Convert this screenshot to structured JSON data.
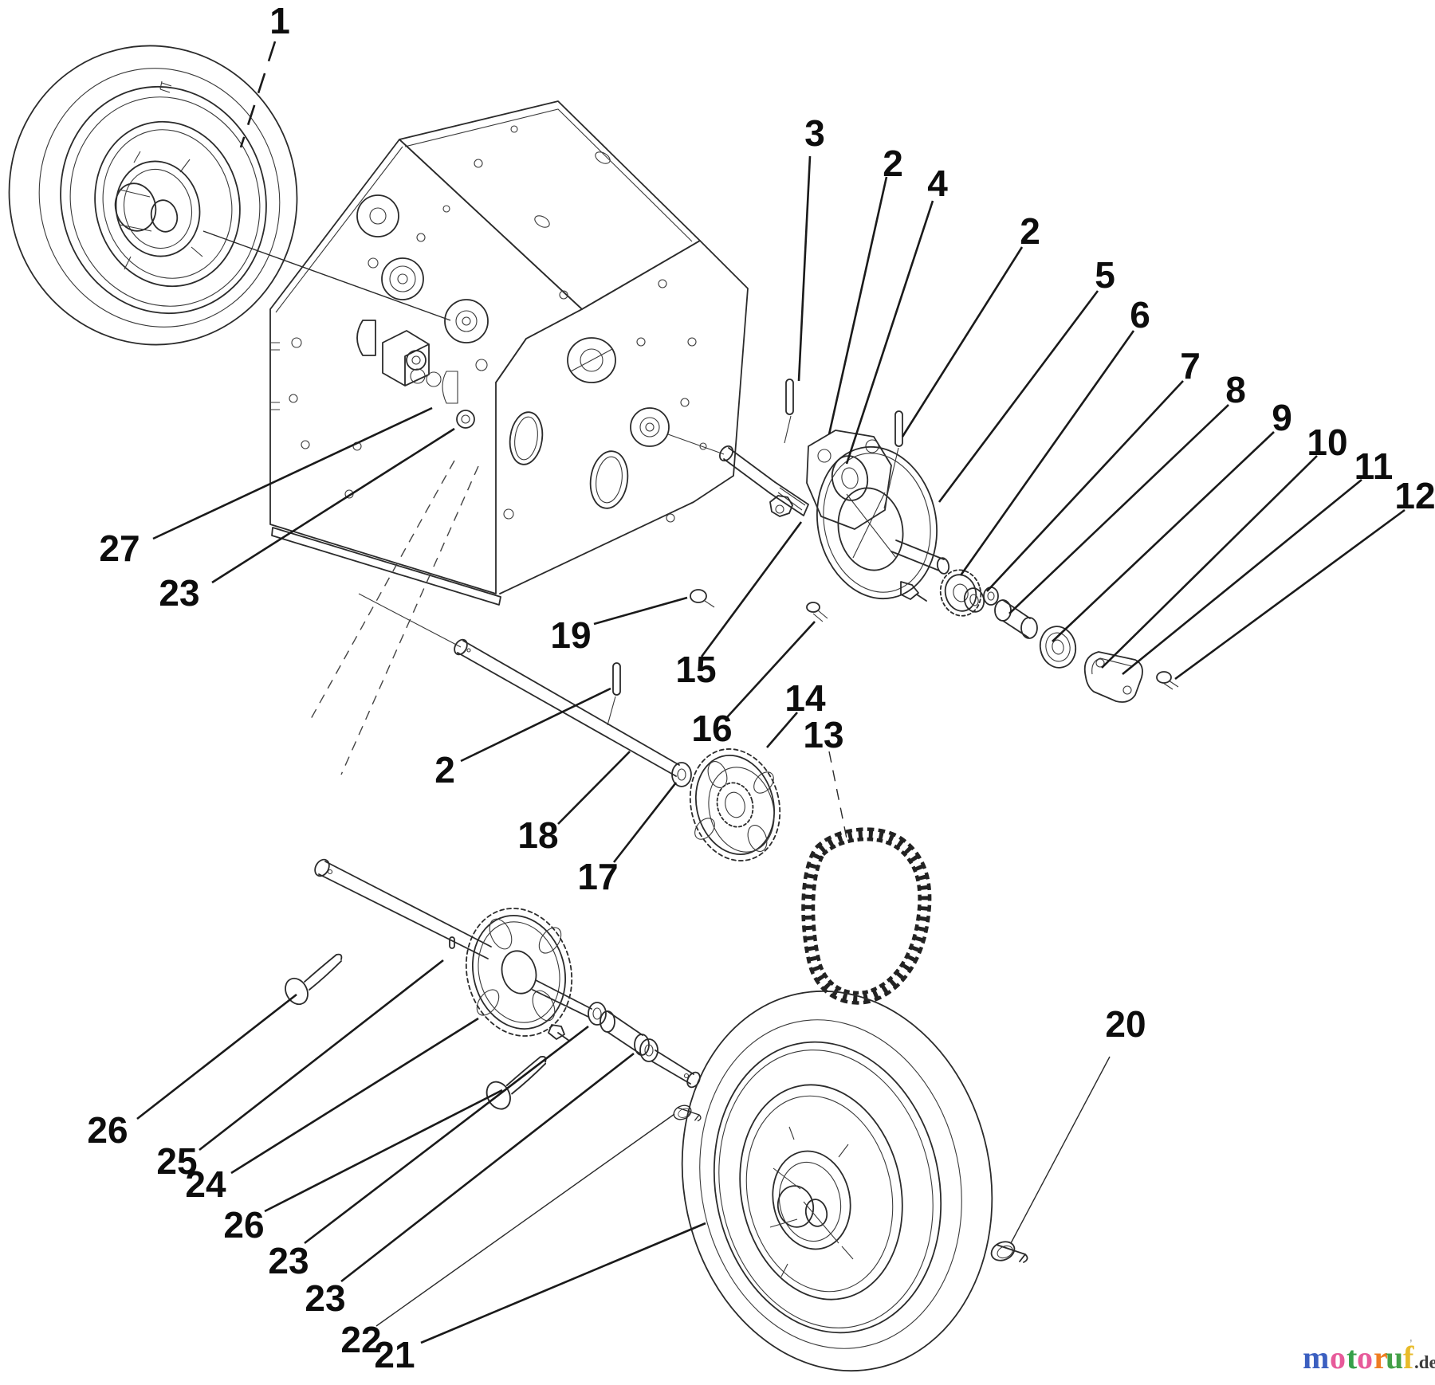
{
  "figure": {
    "type": "exploded-parts-diagram",
    "line_color": "#1a1a1a",
    "background": "#ffffff"
  },
  "callouts": [
    {
      "text": "1"
    },
    {
      "text": "3"
    },
    {
      "text": "2"
    },
    {
      "text": "4"
    },
    {
      "text": "2"
    },
    {
      "text": "5"
    },
    {
      "text": "6"
    },
    {
      "text": "7"
    },
    {
      "text": "8"
    },
    {
      "text": "9"
    },
    {
      "text": "10"
    },
    {
      "text": "11"
    },
    {
      "text": "12"
    },
    {
      "text": "27"
    },
    {
      "text": "23"
    },
    {
      "text": "19"
    },
    {
      "text": "15"
    },
    {
      "text": "16"
    },
    {
      "text": "14"
    },
    {
      "text": "13"
    },
    {
      "text": "2"
    },
    {
      "text": "18"
    },
    {
      "text": "17"
    },
    {
      "text": "26"
    },
    {
      "text": "25"
    },
    {
      "text": "24"
    },
    {
      "text": "26"
    },
    {
      "text": "23"
    },
    {
      "text": "23"
    },
    {
      "text": "22"
    },
    {
      "text": "21"
    },
    {
      "text": "20"
    }
  ],
  "logo": {
    "letters": [
      {
        "ch": "m",
        "color": "#3b5fc0"
      },
      {
        "ch": "o",
        "color": "#e75a9a"
      },
      {
        "ch": "t",
        "color": "#36a04a"
      },
      {
        "ch": "o",
        "color": "#e75a9a"
      },
      {
        "ch": "r",
        "color": "#ef7d22"
      },
      {
        "ch": "u",
        "color": "#43a047"
      },
      {
        "ch": "f",
        "color": "#e8bb2a"
      }
    ],
    "suffix": ".de",
    "mark": "’"
  }
}
